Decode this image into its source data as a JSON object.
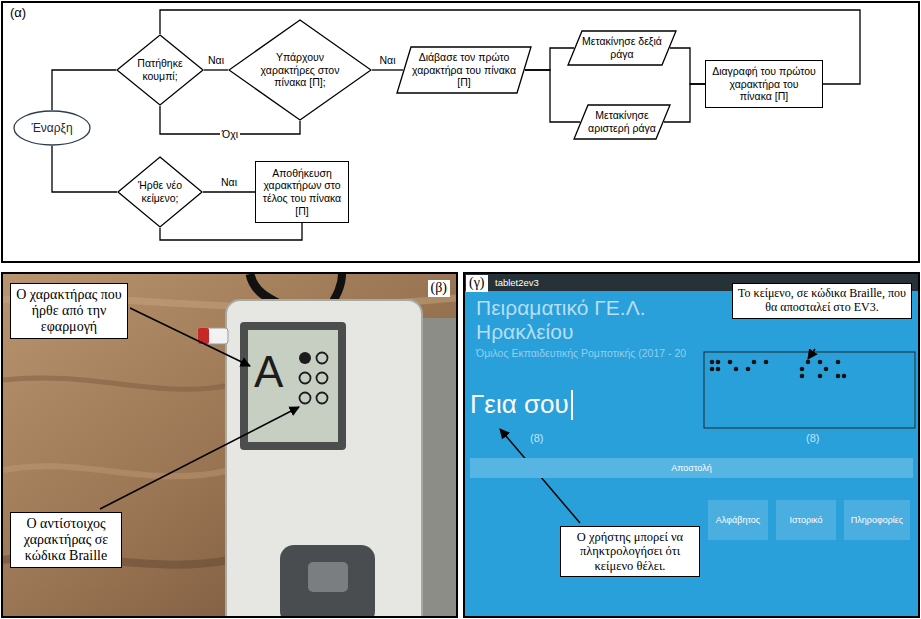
{
  "diagram": {
    "nodes": [
      {
        "text": [
          "(α)"
        ]
      },
      {
        "text": [
          "Έναρξη"
        ],
        "in": 0
      },
      {
        "text": [
          "Πατήθηκε κουμπί;"
        ],
        "in": 0
      },
      {
        "text": [
          "Υπάρχουν χαρακτήρες στον πίνακα [Π];"
        ],
        "in": 0
      },
      {
        "text": [
          "Διάβασε τον πρώτο χαρακτήρα του πίνακα [Π]"
        ],
        "in": 0
      },
      {
        "text": [
          "Μετακίνησε δεξιά ράγα"
        ],
        "in": 0
      },
      {
        "text": [
          "Μετακίνησε αριστερή ράγα"
        ],
        "in": 0
      },
      {
        "text": [
          "Διαγραφή του πρώτου χαρακτήρα του πίνακα [Π]"
        ],
        "in": 0
      },
      {
        "text": [
          "Ήρθε νέο κείμενο;"
        ],
        "in": 0
      },
      {
        "text": [
          "Αποθήκευση χαρακτήρων στο τέλος του πίνακα [Π]"
        ],
        "in": 0
      },
      {
        "text": [
          "(β)"
        ]
      },
      {
        "text": [
          "Ο χαρακτήρας που ήρθε από την εφαρμογή"
        ],
        "in": 10
      },
      {
        "text": [
          "Ο αντίστοιχος χαρακτήρας σε κώδικα Braille"
        ],
        "in": 10
      },
      {
        "text": [
          "(γ)"
        ]
      },
      {
        "text": [
          "tablet2ev3"
        ],
        "in": 13
      },
      {
        "text": [
          "Το κείμενο, σε κώδικα Braille, που θα αποσταλεί στο EV3."
        ],
        "in": 13
      },
      {
        "text": [
          "Αποστολή"
        ],
        "in": 13
      },
      {
        "text": [
          "Αλφάβητος"
        ],
        "in": 13
      },
      {
        "text": [
          "Ιστορικό"
        ],
        "in": 13
      },
      {
        "text": [
          "Πληροφορίες"
        ],
        "in": 13
      },
      {
        "text": [
          "Ο χρήστης μπορεί να πληκτρολογήσει ότι κείμενο θέλει."
        ],
        "in": 13
      }
    ],
    "edges": [
      {
        "from": 1,
        "to": 2,
        "arrow": "none"
      },
      {
        "from": 2,
        "to": 3,
        "label": "Ναι",
        "arrow": "none"
      },
      {
        "from": 3,
        "to": 2,
        "label": "Όχι",
        "arrow": "none"
      },
      {
        "from": 3,
        "to": 4,
        "label": "Ναι",
        "arrow": "none"
      },
      {
        "from": 4,
        "to": 5,
        "arrow": "none"
      },
      {
        "from": 4,
        "to": 6,
        "arrow": "none"
      },
      {
        "from": 5,
        "to": 7,
        "arrow": "none"
      },
      {
        "from": 6,
        "to": 7,
        "arrow": "none"
      },
      {
        "from": 7,
        "to": 2,
        "arrow": "none"
      },
      {
        "from": 1,
        "to": 8,
        "arrow": "none"
      },
      {
        "from": 8,
        "to": 9,
        "label": "Ναι",
        "arrow": "none"
      },
      {
        "from": 9,
        "to": 8,
        "arrow": "none"
      }
    ],
    "labels": [
      "A",
      "Πειραματικό ΓΕ.Λ. Ηρακλείου",
      "Όμιλος Εκπαιδευτικής Ρομποτικής (2017 - 20",
      "Γεια σου",
      "(8)",
      "(8)"
    ]
  }
}
